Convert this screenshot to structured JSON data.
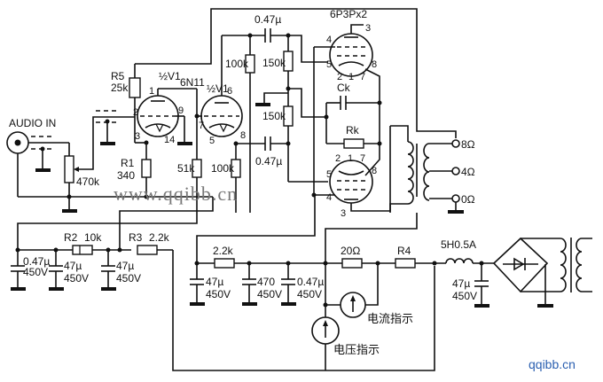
{
  "title": "6P3P push-pull tube amplifier schematic",
  "labels": {
    "audio_in": "AUDIO IN",
    "v1_half_a": "½V1",
    "v1_half_b": "½V1",
    "v1_type": "6N11",
    "output_tubes": "6P3Px2",
    "r5_name": "R5",
    "r5_value": "25k",
    "r1_name": "R1",
    "r1_value": "340",
    "pot": "470k",
    "r_51k": "51k",
    "r_100k_a": "100k",
    "r_100k_b": "100k",
    "r_150k_a": "150k",
    "r_150k_b": "150k",
    "c_couple_a": "0.47µ",
    "c_couple_b": "0.47µ",
    "ck": "Ck",
    "rk": "Rk",
    "out_8": "8Ω",
    "out_4": "4Ω",
    "out_0": "0Ω",
    "r2": "R2",
    "r2_value": "10k",
    "r3": "R3",
    "r3_value": "2.2k",
    "c1_value": "0.47µ",
    "c1_volt": "450V",
    "c2_value": "47µ",
    "c2_volt": "450V",
    "c3_value": "47µ",
    "c3_volt": "450V",
    "r_2k2": "2.2k",
    "c4_value": "47µ",
    "c4_volt": "450V",
    "c5_value": "470",
    "c5_volt": "450V",
    "c6_value": "0.47µ",
    "c6_volt": "450V",
    "r_20": "20Ω",
    "r4": "R4",
    "choke": "5H0.5A",
    "c7_value": "47µ",
    "c7_volt": "450V",
    "current_meter": "电流指示",
    "voltage_meter": "电压指示"
  },
  "pins": {
    "v1a": [
      "1",
      "2",
      "3",
      "9",
      "14"
    ],
    "v1b": [
      "6",
      "7",
      "5",
      "8"
    ],
    "top_tube": [
      "3",
      "4",
      "5",
      "8",
      "2",
      "1",
      "7"
    ],
    "bot_tube": [
      "2",
      "1",
      "7",
      "5",
      "8",
      "4",
      "3"
    ]
  },
  "watermarks": {
    "center": "www.qqibb.cn",
    "corner": "qqibb.cn"
  }
}
